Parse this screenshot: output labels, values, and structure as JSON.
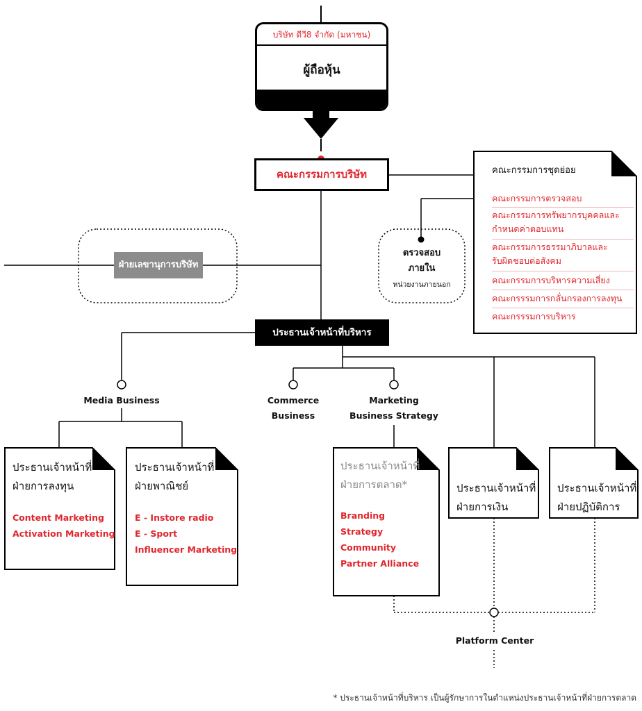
{
  "shareholders": {
    "company_name": "บริษัท ดีวี8 จำกัด (มหาชน)",
    "title": "ผู้ถือหุ้น"
  },
  "board": {
    "title": "คณะกรรมการบริษัท"
  },
  "subcommittees": {
    "title": "คณะกรรมการชุดย่อย",
    "items": [
      "คณะกรรมการตรวจสอบ",
      "คณะกรรมการทรัพยากรบุคคลและ\nกำหนดค่าตอบแทน",
      "คณะกรรมการธรรมาภิบาลและ\nรับผิดชอบต่อสังคม",
      "คณะกรรมการบริหารความเสี่ยง",
      "คณะกรรรมการกลั่นกรองการลงทุน",
      "คณะกรรรมการบริหาร"
    ]
  },
  "secretary": {
    "label": "ฝ่ายเลขานุการบริษัท"
  },
  "internal_audit": {
    "title_line1": "ตรวจสอบ",
    "title_line2": "ภายใน",
    "subtitle": "หน่วยงานภายนอก"
  },
  "ceo": {
    "title": "ประธานเจ้าหน้าที่บริหาร"
  },
  "business_units": {
    "media": "Media Business",
    "commerce_line1": "Commerce",
    "commerce_line2": "Business",
    "marketing_line1": "Marketing",
    "marketing_line2": "Business Strategy"
  },
  "departments": [
    {
      "line1": "ประธานเจ้าหน้าที่",
      "line2": "ฝ่ายการลงทุน",
      "items": [
        "Content Marketing",
        "Activation Marketing"
      ]
    },
    {
      "line1": "ประธานเจ้าหน้าที่",
      "line2": "ฝ่ายพาณิชย์",
      "items": [
        "E - Instore radio",
        "E - Sport",
        "Influencer Marketing"
      ]
    },
    {
      "line1": "ประธานเจ้าหน้าที่",
      "line2": "ฝ่ายการตลาด*",
      "items": [
        "Branding",
        "Strategy",
        "Community",
        "Partner Alliance"
      ]
    },
    {
      "line1": "ประธานเจ้าหน้าที่",
      "line2": "ฝ่ายการเงิน",
      "items": []
    },
    {
      "line1": "ประธานเจ้าหน้าที่",
      "line2": "ฝ่ายปฏิบัติการ",
      "items": []
    }
  ],
  "platform_center": "Platform Center",
  "footnote": "* ประธานเจ้าหน้าที่บริหาร เป็นผู้รักษาการในตำแหน่งประธานเจ้าหน้าที่ฝ่ายการตลาด",
  "colors": {
    "accent_red": "#e0262d",
    "black": "#000000",
    "gray_box": "#8c8c8c",
    "muted_text": "#888888"
  }
}
